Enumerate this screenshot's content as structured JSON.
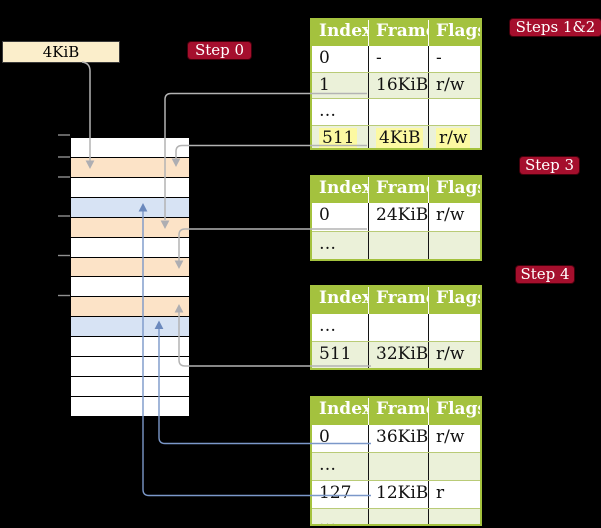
{
  "frame_box": {
    "label": "4KiB"
  },
  "badges": {
    "step0": "Step 0",
    "steps12": "Steps 1&2",
    "step3": "Step 3",
    "step4": "Step 4"
  },
  "memory_stack": {
    "rows": [
      {
        "type": "free"
      },
      {
        "type": "table"
      },
      {
        "type": "free"
      },
      {
        "type": "page"
      },
      {
        "type": "table"
      },
      {
        "type": "free"
      },
      {
        "type": "table"
      },
      {
        "type": "free"
      },
      {
        "type": "table"
      },
      {
        "type": "page"
      },
      {
        "type": "free"
      },
      {
        "type": "free"
      },
      {
        "type": "free"
      },
      {
        "type": "free"
      }
    ]
  },
  "tables": [
    {
      "headers": [
        "Index",
        "Frame",
        "Flags"
      ],
      "rows": [
        {
          "cells": [
            "0",
            "-",
            "-"
          ],
          "shaded": false,
          "highlight": false
        },
        {
          "cells": [
            "1",
            "16KiB",
            "r/w"
          ],
          "shaded": true,
          "highlight": false
        },
        {
          "cells": [
            "…",
            "",
            ""
          ],
          "shaded": false,
          "highlight": false
        },
        {
          "cells": [
            "511",
            "4KiB",
            "r/w"
          ],
          "shaded": true,
          "highlight": true
        }
      ]
    },
    {
      "headers": [
        "Index",
        "Frame",
        "Flags"
      ],
      "rows": [
        {
          "cells": [
            "0",
            "24KiB",
            "r/w"
          ],
          "shaded": false,
          "highlight": false
        },
        {
          "cells": [
            "…",
            "",
            ""
          ],
          "shaded": true,
          "highlight": false
        }
      ]
    },
    {
      "headers": [
        "Index",
        "Frame",
        "Flags"
      ],
      "rows": [
        {
          "cells": [
            "…",
            "",
            ""
          ],
          "shaded": false,
          "highlight": false
        },
        {
          "cells": [
            "511",
            "32KiB",
            "r/w"
          ],
          "shaded": true,
          "highlight": false
        }
      ]
    },
    {
      "headers": [
        "Index",
        "Frame",
        "Flags"
      ],
      "rows": [
        {
          "cells": [
            "0",
            "36KiB",
            "r/w"
          ],
          "shaded": false,
          "highlight": false
        },
        {
          "cells": [
            "…",
            "",
            ""
          ],
          "shaded": true,
          "highlight": false
        },
        {
          "cells": [
            "127",
            "12KiB",
            "r"
          ],
          "shaded": false,
          "highlight": false
        },
        {
          "cells": [
            "…",
            "",
            ""
          ],
          "shaded": true,
          "highlight": false
        }
      ]
    }
  ],
  "colors": {
    "header_bg": "#a4c23e",
    "row_shaded": "#ebf1d9",
    "row_sep": "#b9cb77",
    "highlight": "#fcf9a2",
    "badge_bg": "#a50f2d",
    "frame_box_bg": "#fbeecb",
    "frame_free": "#ffffff",
    "frame_table": "#fce3c7",
    "frame_page": "#d7e3f4",
    "arrow_gray": "#b3b3b3",
    "arrowhead_gray": "#aeaeb2",
    "arrow_blue": "#7b98c9",
    "arrowhead_blue": "#6b89bd",
    "tick": "#909090"
  }
}
